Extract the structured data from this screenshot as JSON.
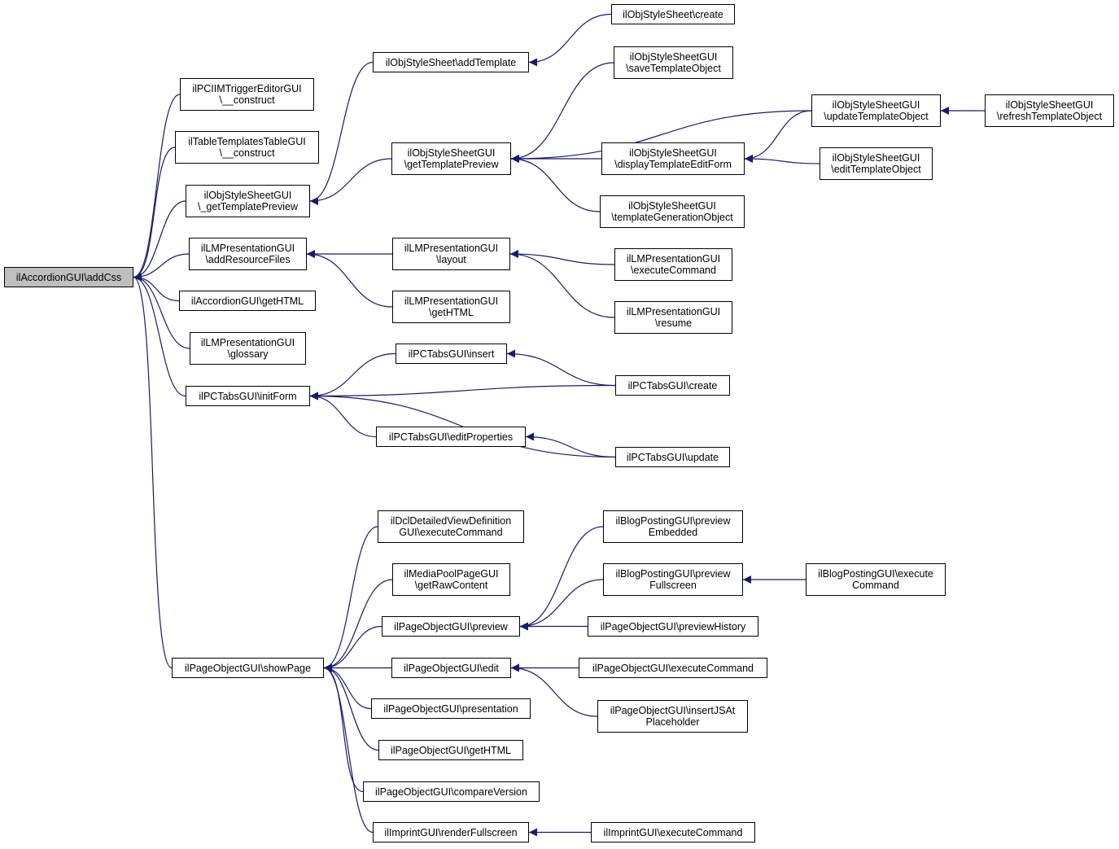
{
  "colors": {
    "edge": "#191970",
    "node_border": "#000000",
    "root_fill": "#bfbfbf",
    "node_fill": "#ffffff"
  },
  "nodes": {
    "root": {
      "lines": [
        "ilAccordionGUI\\addCss"
      ]
    },
    "pcimm": {
      "lines": [
        "ilPCIIMTriggerEditorGUI",
        "\\__construct"
      ]
    },
    "tabletpl": {
      "lines": [
        "ilTableTemplatesTableGUI",
        "\\__construct"
      ]
    },
    "oss_gettp_private": {
      "lines": [
        "ilObjStyleSheetGUI",
        "\\_getTemplatePreview"
      ]
    },
    "lm_addres": {
      "lines": [
        "ilLMPresentationGUI",
        "\\addResourceFiles"
      ]
    },
    "acc_gethtml": {
      "lines": [
        "ilAccordionGUI\\getHTML"
      ]
    },
    "lm_glossary": {
      "lines": [
        "ilLMPresentationGUI",
        "\\glossary"
      ]
    },
    "pctabs_initform": {
      "lines": [
        "ilPCTabsGUI\\initForm"
      ]
    },
    "pog_showpage": {
      "lines": [
        "ilPageObjectGUI\\showPage"
      ]
    },
    "oss_addtemplate": {
      "lines": [
        "ilObjStyleSheet\\addTemplate"
      ]
    },
    "ossgui_gettp": {
      "lines": [
        "ilObjStyleSheetGUI",
        "\\getTemplatePreview"
      ]
    },
    "lm_layout": {
      "lines": [
        "ilLMPresentationGUI",
        "\\layout"
      ]
    },
    "lm_gethtml": {
      "lines": [
        "ilLMPresentationGUI",
        "\\getHTML"
      ]
    },
    "pctabs_insert": {
      "lines": [
        "ilPCTabsGUI\\insert"
      ]
    },
    "pctabs_editprops": {
      "lines": [
        "ilPCTabsGUI\\editProperties"
      ]
    },
    "dcl_exec": {
      "lines": [
        "ilDclDetailedViewDefinition",
        "GUI\\executeCommand"
      ]
    },
    "mediapool": {
      "lines": [
        "ilMediaPoolPageGUI",
        "\\getRawContent"
      ]
    },
    "pog_preview": {
      "lines": [
        "ilPageObjectGUI\\preview"
      ]
    },
    "pog_edit": {
      "lines": [
        "ilPageObjectGUI\\edit"
      ]
    },
    "pog_presentation": {
      "lines": [
        "ilPageObjectGUI\\presentation"
      ]
    },
    "pog_gethtml": {
      "lines": [
        "ilPageObjectGUI\\getHTML"
      ]
    },
    "pog_compare": {
      "lines": [
        "ilPageObjectGUI\\compareVersion"
      ]
    },
    "imprint_render": {
      "lines": [
        "ilImprintGUI\\renderFullscreen"
      ]
    },
    "oss_create": {
      "lines": [
        "ilObjStyleSheet\\create"
      ]
    },
    "ossgui_save": {
      "lines": [
        "ilObjStyleSheetGUI",
        "\\saveTemplateObject"
      ]
    },
    "ossgui_display": {
      "lines": [
        "ilObjStyleSheetGUI",
        "\\displayTemplateEditForm"
      ]
    },
    "ossgui_gen": {
      "lines": [
        "ilObjStyleSheetGUI",
        "\\templateGenerationObject"
      ]
    },
    "lm_exec": {
      "lines": [
        "ilLMPresentationGUI",
        "\\executeCommand"
      ]
    },
    "lm_resume": {
      "lines": [
        "ilLMPresentationGUI",
        "\\resume"
      ]
    },
    "pctabs_create": {
      "lines": [
        "ilPCTabsGUI\\create"
      ]
    },
    "pctabs_update": {
      "lines": [
        "ilPCTabsGUI\\update"
      ]
    },
    "blog_embedded": {
      "lines": [
        "ilBlogPostingGUI\\preview",
        "Embedded"
      ]
    },
    "blog_fullscreen": {
      "lines": [
        "ilBlogPostingGUI\\preview",
        "Fullscreen"
      ]
    },
    "pog_history": {
      "lines": [
        "ilPageObjectGUI\\previewHistory"
      ]
    },
    "pog_exec": {
      "lines": [
        "ilPageObjectGUI\\executeCommand"
      ]
    },
    "pog_insertjs": {
      "lines": [
        "ilPageObjectGUI\\insertJSAt",
        "Placeholder"
      ]
    },
    "imprint_exec": {
      "lines": [
        "ilImprintGUI\\executeCommand"
      ]
    },
    "ossgui_update": {
      "lines": [
        "ilObjStyleSheetGUI",
        "\\updateTemplateObject"
      ]
    },
    "ossgui_edit": {
      "lines": [
        "ilObjStyleSheetGUI",
        "\\editTemplateObject"
      ]
    },
    "blog_exec": {
      "lines": [
        "ilBlogPostingGUI\\execute",
        "Command"
      ]
    },
    "ossgui_refresh": {
      "lines": [
        "ilObjStyleSheetGUI",
        "\\refreshTemplateObject"
      ]
    }
  },
  "edges": [
    [
      "pcimm",
      "root"
    ],
    [
      "tabletpl",
      "root"
    ],
    [
      "oss_gettp_private",
      "root"
    ],
    [
      "lm_addres",
      "root"
    ],
    [
      "acc_gethtml",
      "root"
    ],
    [
      "lm_glossary",
      "root"
    ],
    [
      "pctabs_initform",
      "root"
    ],
    [
      "pog_showpage",
      "root"
    ],
    [
      "oss_addtemplate",
      "oss_gettp_private"
    ],
    [
      "ossgui_gettp",
      "oss_gettp_private"
    ],
    [
      "lm_layout",
      "lm_addres"
    ],
    [
      "lm_gethtml",
      "lm_addres"
    ],
    [
      "pctabs_insert",
      "pctabs_initform"
    ],
    [
      "pctabs_create",
      "pctabs_initform"
    ],
    [
      "pctabs_editprops",
      "pctabs_initform"
    ],
    [
      "pctabs_update",
      "pctabs_initform"
    ],
    [
      "dcl_exec",
      "pog_showpage"
    ],
    [
      "mediapool",
      "pog_showpage"
    ],
    [
      "pog_preview",
      "pog_showpage"
    ],
    [
      "pog_edit",
      "pog_showpage"
    ],
    [
      "pog_presentation",
      "pog_showpage"
    ],
    [
      "pog_gethtml",
      "pog_showpage"
    ],
    [
      "pog_compare",
      "pog_showpage"
    ],
    [
      "imprint_render",
      "pog_showpage"
    ],
    [
      "oss_create",
      "oss_addtemplate"
    ],
    [
      "ossgui_save",
      "ossgui_gettp"
    ],
    [
      "ossgui_update",
      "ossgui_gettp"
    ],
    [
      "ossgui_display",
      "ossgui_gettp"
    ],
    [
      "ossgui_gen",
      "ossgui_gettp"
    ],
    [
      "lm_exec",
      "lm_layout"
    ],
    [
      "lm_resume",
      "lm_layout"
    ],
    [
      "pctabs_create",
      "pctabs_insert"
    ],
    [
      "pctabs_update",
      "pctabs_editprops"
    ],
    [
      "blog_embedded",
      "pog_preview"
    ],
    [
      "blog_fullscreen",
      "pog_preview"
    ],
    [
      "pog_history",
      "pog_preview"
    ],
    [
      "pog_exec",
      "pog_edit"
    ],
    [
      "pog_insertjs",
      "pog_edit"
    ],
    [
      "imprint_exec",
      "imprint_render"
    ],
    [
      "ossgui_update",
      "ossgui_display"
    ],
    [
      "ossgui_edit",
      "ossgui_display"
    ],
    [
      "blog_exec",
      "blog_fullscreen"
    ],
    [
      "ossgui_refresh",
      "ossgui_update"
    ]
  ]
}
